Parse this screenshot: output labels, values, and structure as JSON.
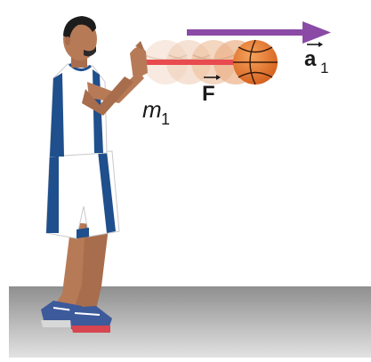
{
  "labels": {
    "mass": "m",
    "mass_subscript": "1",
    "force": "F",
    "acceleration": "a",
    "acceleration_subscript": "1"
  },
  "colors": {
    "force_arrow": "#e84a4f",
    "acceleration_arrow": "#8b4aa6",
    "floor_top": "#8f8f8f",
    "floor_bottom": "#dcdcdc",
    "jersey": "#ffffff",
    "trim": "#1f4f8c",
    "skin": "#b77a57",
    "hair": "#1c1c1c",
    "ball": "#e8742b",
    "shoe": "#3d5a9b",
    "shoe_sole": "#d8d8d8"
  }
}
